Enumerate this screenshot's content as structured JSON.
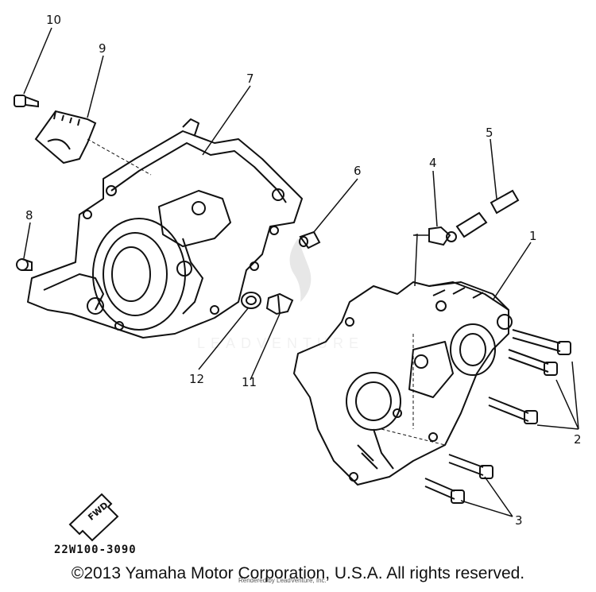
{
  "callouts": [
    {
      "label": "1"
    },
    {
      "label": "2"
    },
    {
      "label": "3"
    },
    {
      "label": "4"
    },
    {
      "label": "5"
    },
    {
      "label": "6"
    },
    {
      "label": "7"
    },
    {
      "label": "8"
    },
    {
      "label": "9"
    },
    {
      "label": "10"
    },
    {
      "label": "11"
    },
    {
      "label": "12"
    }
  ],
  "fwd_label": "FWD",
  "part_code": "22W100-3090",
  "watermark": "LEADVENTURE",
  "copyright": "©2013 Yamaha Motor Corporation, U.S.A. All rights reserved.",
  "attribution": "Rendered by LeadVenture, Inc.",
  "colors": {
    "ink": "#111111",
    "watermark": "#d9d9d9",
    "background": "#ffffff"
  }
}
